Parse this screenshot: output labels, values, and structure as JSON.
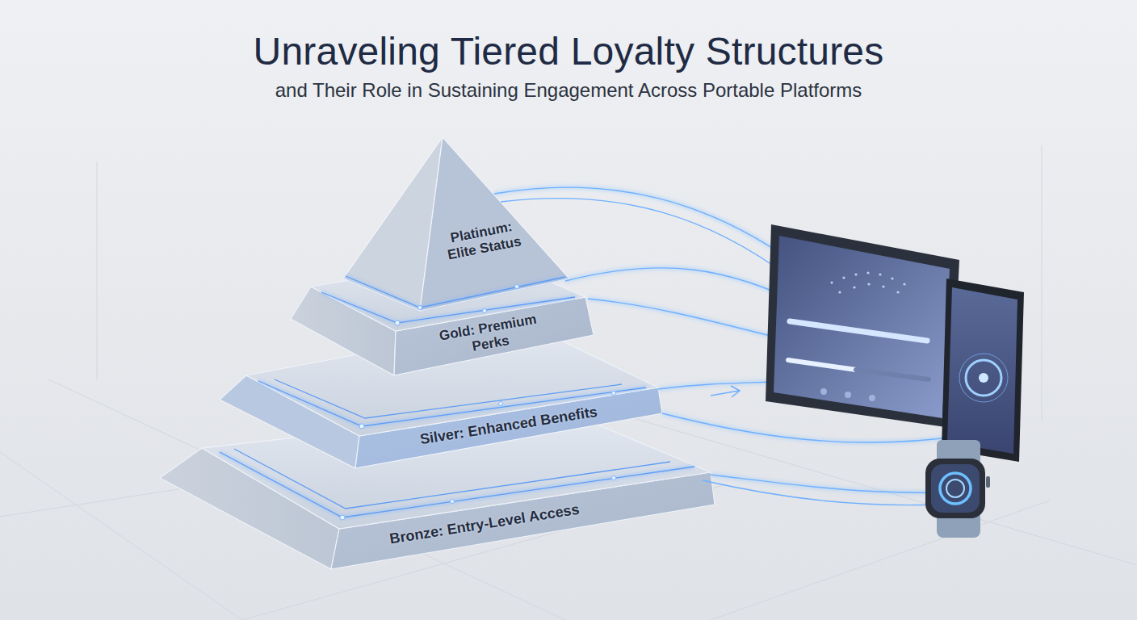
{
  "diagram": {
    "title": "Unraveling Tiered Loyalty Structures",
    "nodes": [
      {
        "text": [
          "Platinum: Elite Status"
        ]
      },
      {
        "text": [
          "Gold: Premium Perks"
        ]
      },
      {
        "text": [
          "Silver: Enhanced Benefits"
        ]
      },
      {
        "text": [
          "Bronze: Entry-Level Access"
        ]
      }
    ],
    "labels": [
      "and Their Role in Sustaining Engagement Across Portable Platforms"
    ]
  }
}
